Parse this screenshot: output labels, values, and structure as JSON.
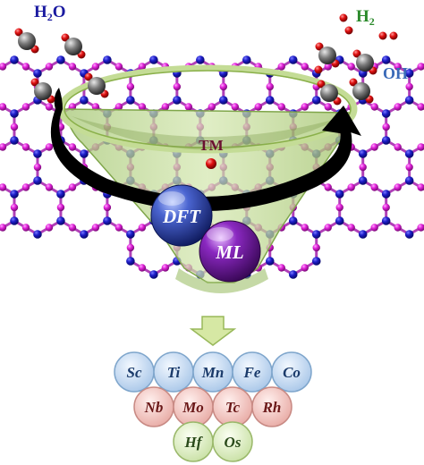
{
  "labels": {
    "reactant": "H",
    "reactant_sub": "2",
    "reactant_tail": "O",
    "product": "H",
    "product_sub": "2",
    "byproduct": "OH",
    "byproduct_sup": "-",
    "metal": "TM",
    "method_a": "DFT",
    "method_b": "ML"
  },
  "elements": {
    "row1": [
      "Sc",
      "Ti",
      "Mn",
      "Fe",
      "Co"
    ],
    "row2": [
      "Nb",
      "Mo",
      "Tc",
      "Rh"
    ],
    "row3": [
      "Hf",
      "Os"
    ]
  },
  "colors": {
    "background": "#ffffff",
    "blue_atom": "#1c1cc8",
    "magenta_atom": "#e020d8",
    "bond": "#b040b8",
    "funnel_fill": "#bcd58a",
    "funnel_rim": "#8ab04a",
    "arrow": "#000000",
    "reactant_text": "#1a1aa0",
    "product_text": "#2b8a2b",
    "byproduct_text": "#3a6ab8",
    "metal_text": "#6a1030",
    "dft_sphere": "#2a3fa0",
    "ml_sphere": "#7a18a8",
    "row1_fill": "#c6dcf2",
    "row2_fill": "#f2c8c4",
    "row3_fill": "#dcecc4",
    "down_arrow": "#c8e08a",
    "element_text": "#1a3a6a"
  }
}
